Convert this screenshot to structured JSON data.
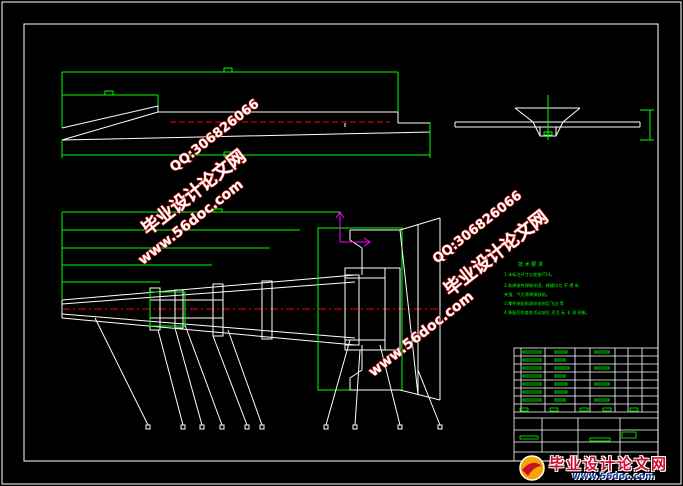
{
  "drawing": {
    "technical_notes_title": "技 术 要 求",
    "technical_notes": [
      "1.未标注尺寸公差按IT14。",
      "2.各焊接件焊接牢固，焊缝均匀 不 得 有",
      "夹渣、气孔等焊接缺陷。",
      "3.零件装配前清除毛刺及飞边 等",
      "4.装配后检查各活动部位 灵活 无 卡 滞 现象。"
    ]
  },
  "watermarks": [
    {
      "title": "毕业设计论文网",
      "url": "www.56doc.com",
      "qq": "QQ:306826066"
    },
    {
      "title": "毕业设计论文网",
      "url": "www.56doc.com",
      "qq": "QQ:306826066"
    }
  ],
  "brand_logo": {
    "title": "毕业设计论文网",
    "url": "www.56doc.com"
  },
  "colors": {
    "outline": "#ffffff",
    "part": "#00ff00",
    "centerline": "#ff0000",
    "datum": "#ff00ff",
    "watermark_fill": "#ffffff",
    "watermark_stroke": "#e0201a"
  }
}
